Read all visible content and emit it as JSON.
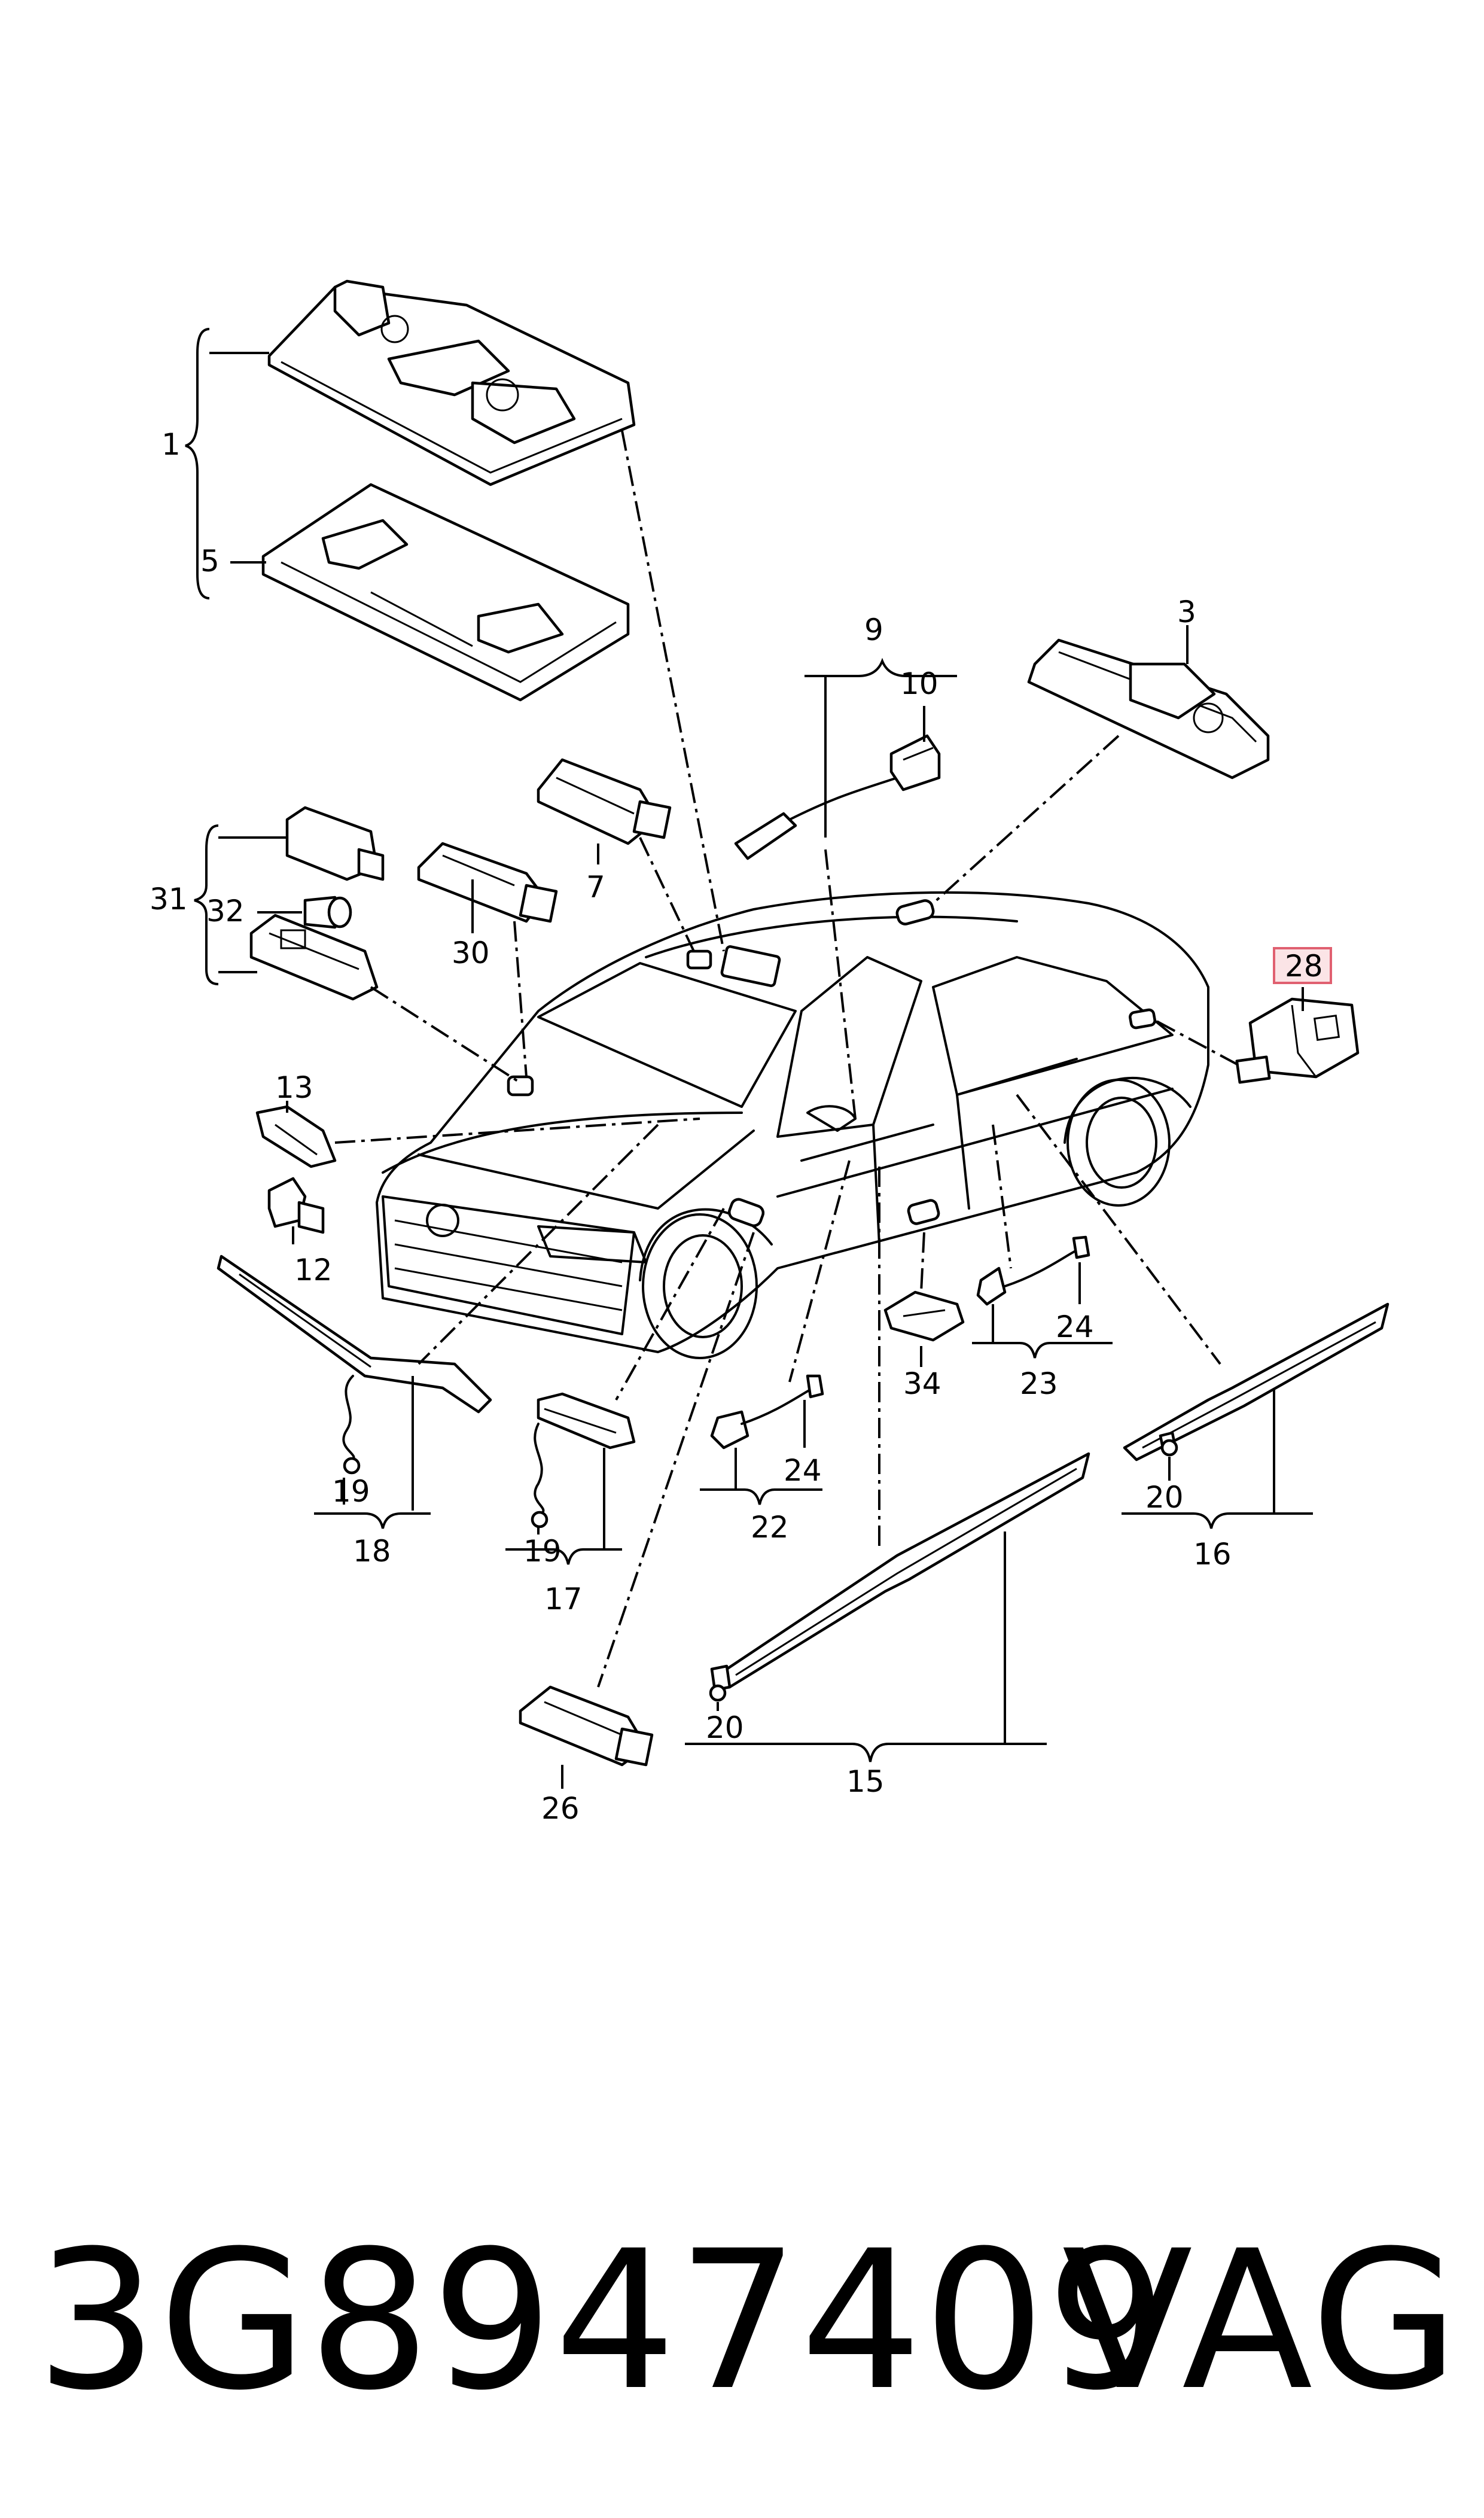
{
  "callouts": {
    "c1": "1",
    "c3": "3",
    "c5": "5",
    "c7": "7",
    "c9": "9",
    "c10": "10",
    "c12": "12",
    "c13": "13",
    "c15": "15",
    "c16": "16",
    "c17": "17",
    "c18": "18",
    "c19a": "19",
    "c19b": "19",
    "c20a": "20",
    "c20b": "20",
    "c22": "22",
    "c23": "23",
    "c24a": "24",
    "c24b": "24",
    "c26": "26",
    "c28": "28",
    "c30": "30",
    "c31": "31",
    "c32": "32",
    "c34": "34"
  },
  "highlight": {
    "callout": "28",
    "fill": "#fbe4e6",
    "border": "#e06070"
  },
  "footer": {
    "part_number": "3G8947409",
    "brand": "VAG"
  }
}
